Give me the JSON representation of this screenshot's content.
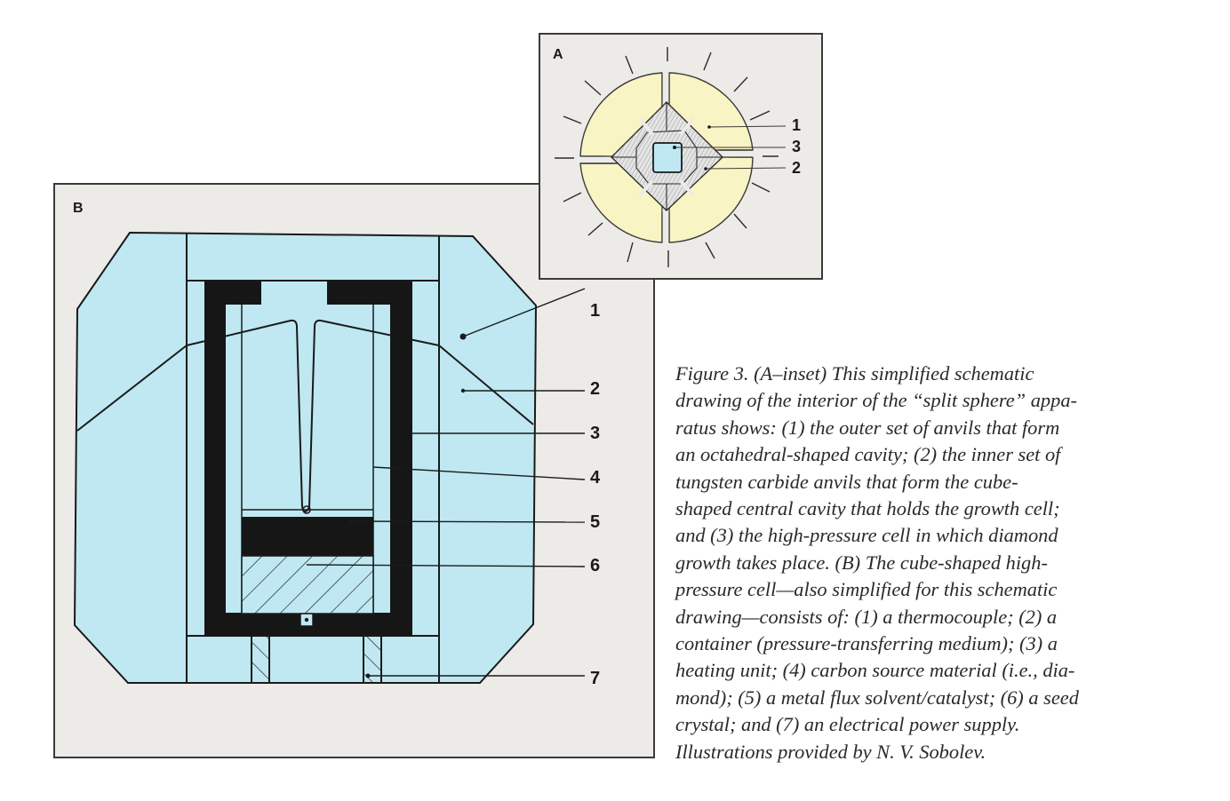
{
  "panel_a": {
    "letter": "A",
    "title": "split sphere apparatus interior (inset)",
    "colors": {
      "outer_anvils": "#f9f4c3",
      "cavity": "#bfe8f2",
      "inner_anvils": "#e4e4e4",
      "background": "#ecebe8"
    },
    "labels": [
      {
        "num": "1",
        "meaning": "outer set of anvils"
      },
      {
        "num": "3",
        "meaning": "high-pressure cell"
      },
      {
        "num": "2",
        "meaning": "inner tungsten carbide anvils"
      }
    ]
  },
  "panel_b": {
    "letter": "B",
    "title": "cube-shaped high-pressure cell",
    "colors": {
      "medium": "#bfe8f2",
      "heater": "#161616",
      "background": "#ecebe8"
    },
    "labels": [
      {
        "num": "1",
        "meaning": "thermocouple"
      },
      {
        "num": "2",
        "meaning": "container (pressure-transferring medium)"
      },
      {
        "num": "3",
        "meaning": "heating unit"
      },
      {
        "num": "4",
        "meaning": "carbon source material"
      },
      {
        "num": "5",
        "meaning": "metal flux solvent/catalyst"
      },
      {
        "num": "6",
        "meaning": "seed crystal"
      },
      {
        "num": "7",
        "meaning": "electrical power supply"
      }
    ]
  },
  "caption": {
    "lines": [
      "Figure 3. (A–inset) This simplified schematic",
      "drawing of the interior of the “split sphere” appa-",
      "ratus shows: (1) the outer set of anvils that form",
      "an octahedral-shaped cavity; (2) the inner set of",
      "tungsten carbide anvils that form the cube-",
      "shaped central cavity that holds the growth cell;",
      "and (3) the high-pressure cell in which diamond",
      "growth takes place. (B) The cube-shaped high-",
      "pressure cell—also simplified for this schematic",
      "drawing—consists of: (1) a thermocouple; (2) a",
      "container (pressure-transferring medium); (3) a",
      "heating unit; (4) carbon source material (i.e., dia-",
      "mond); (5) a metal flux solvent/catalyst; (6) a seed",
      "crystal; and (7) an electrical power supply.",
      "Illustrations provided by N. V. Sobolev."
    ]
  }
}
